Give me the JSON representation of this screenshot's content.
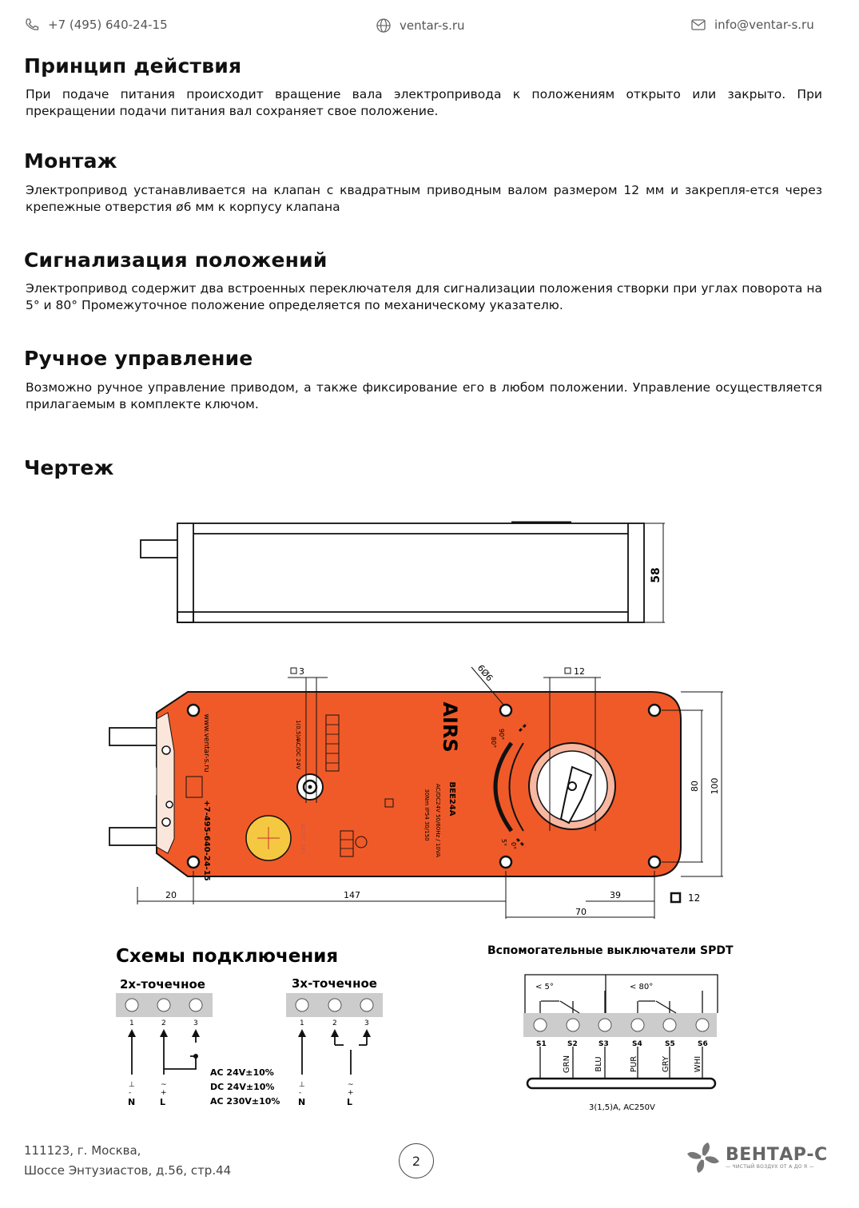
{
  "header": {
    "phone": "+7 (495) 640-24-15",
    "website": "ventar-s.ru",
    "email": "info@ventar-s.ru"
  },
  "sections": [
    {
      "title": "Принцип действия",
      "text": "При подаче питания происходит вращение вала электропривода к положениям открыто или закрыто. При  прекращении подачи питания вал сохраняет свое положение."
    },
    {
      "title": "Монтаж",
      "text": "Электропривод устанавливается на клапан с квадратным приводным валом размером 12 мм и закрепля-ется через крепежные отверстия ø6 мм к корпусу клапана"
    },
    {
      "title": "Сигнализация положений",
      "text": "Электропривод содержит два встроенных переключателя для сигнализации положения створки при углах поворота на 5° и 80° Промежуточное положение определяется по механическому указателю."
    },
    {
      "title": "Ручное управление",
      "text": "Возможно ручное управление приводом, а также фиксирование его в любом положении. Управление осуществляется прилагаемым в комплекте ключом."
    },
    {
      "title": "Чертеж",
      "text": ""
    }
  ],
  "drawing": {
    "side_height": "58",
    "dims": {
      "d20": "20",
      "d147": "147",
      "d39": "39",
      "d70": "70",
      "d80": "80",
      "d100": "100",
      "sq12": "12",
      "sq3": "3",
      "sq12_shaft": "12",
      "hole": "6Ø6"
    },
    "device": {
      "brand": "AIRS",
      "model": "BEE24A",
      "spec1": "AC/DC24V 50/60Hz / 10VA",
      "spec2": "30Nm  IP54  30/150",
      "website": "www.ventar-s.ru",
      "phone": "+7-495-640-24-15",
      "voltage_left": "AC/DC 24V",
      "rating": "1(0,5)A",
      "angle90": "90°",
      "angle80": "80°",
      "angle5": "5°",
      "angle0": "0°"
    }
  },
  "wiring": {
    "title": "Схемы подключения",
    "two_point": {
      "label": "2х-точечное",
      "terminals": [
        "1",
        "2",
        "3"
      ],
      "bottom": [
        "N",
        "L"
      ]
    },
    "three_point": {
      "label": "3х-точечное",
      "terminals": [
        "1",
        "2",
        "3"
      ],
      "bottom": [
        "N",
        "L"
      ]
    },
    "voltages": [
      "AC 24V±10%",
      "DC 24V±10%",
      "AC 230V±10%"
    ]
  },
  "spdt": {
    "title": "Вспомогательные выключатели SPDT",
    "angle_a": "< 5°",
    "angle_b": "< 80°",
    "terminals": [
      "S1",
      "S2",
      "S3",
      "S4",
      "S5",
      "S6"
    ],
    "wires": [
      "GRN",
      "BLU",
      "PUR",
      "GRY",
      "WHI"
    ],
    "rating": "3(1,5)A, AC250V"
  },
  "footer": {
    "address_line1": "111123, г. Москва,",
    "address_line2": "Шоссе Энтузиастов, д.56, стр.44",
    "page": "2",
    "logo_name": "ВЕНТАР-С",
    "logo_tagline": "— ЧИСТЫЙ ВОЗДУХ ОТ А ДО Я —"
  },
  "colors": {
    "actuator_body": "#f05a28",
    "text": "#111111",
    "muted": "#555555"
  }
}
